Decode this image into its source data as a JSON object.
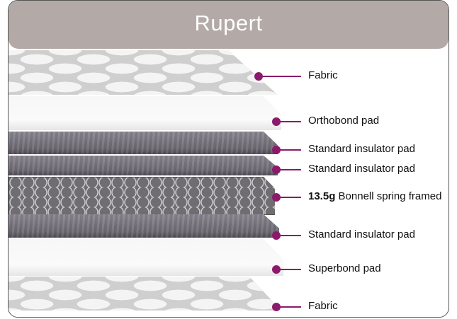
{
  "title": "Rupert",
  "accent_color": "#8b1a6b",
  "header_color": "#b3a9a6",
  "layers": [
    {
      "label": "Fabric"
    },
    {
      "label": "Orthobond pad"
    },
    {
      "label": "Standard insulator pad"
    },
    {
      "label": "Standard insulator pad"
    },
    {
      "label_bold": "13.5g",
      "label": "Bonnell spring framed"
    },
    {
      "label": "Standard insulator pad"
    },
    {
      "label": "Superbond pad"
    },
    {
      "label": "Fabric"
    }
  ]
}
